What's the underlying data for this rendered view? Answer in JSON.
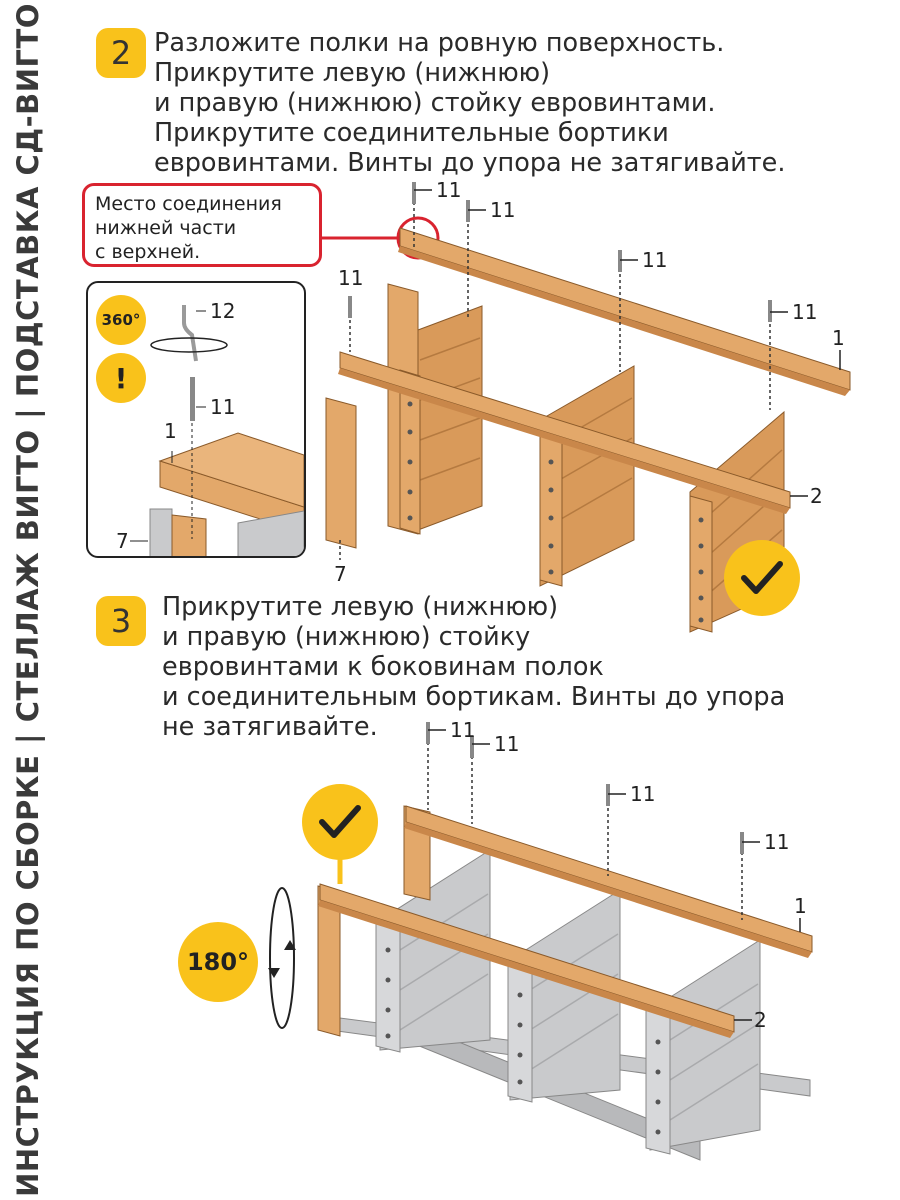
{
  "sidebar": {
    "title": "ИНСТРУКЦИЯ ПО СБОРКЕ | СТЕЛЛАЖ ВИГТО | ПОДСТАВКА СД-ВИГТО"
  },
  "step2": {
    "number": "2",
    "lines": [
      "Разложите полки на ровную поверхность.",
      "Прикрутите левую (нижнюю)",
      "и правую (нижнюю) стойку евровинтами.",
      "Прикрутите соединительные бортики",
      "евровинтами. Винты до упора не затягивайте."
    ]
  },
  "callout": {
    "lines": [
      "Место соединения",
      "нижней части",
      "с верхней."
    ]
  },
  "inset": {
    "rotate_label": "360°",
    "warning_label": "!",
    "labels": [
      "12",
      "11",
      "1",
      "7"
    ]
  },
  "step3": {
    "number": "3",
    "lines": [
      "Прикрутите левую (нижнюю)",
      "и правую (нижнюю) стойку",
      "евровинтами к боковинам полок",
      "и соединительным бортикам. Винты до упора",
      "не затягивайте."
    ]
  },
  "rotate180": {
    "label": "180°"
  },
  "diagram1_labels": {
    "screw": "11",
    "board_back": "1",
    "board_front": "2",
    "post": "7"
  },
  "diagram2_labels": {
    "screw": "11",
    "board_back": "1",
    "board_front": "2"
  },
  "colors": {
    "accent": "#f9c21b",
    "callout_border": "#d9232f",
    "wood": "#e3a86a",
    "wood_dark": "#c9874a",
    "metal": "#c9cacc"
  }
}
